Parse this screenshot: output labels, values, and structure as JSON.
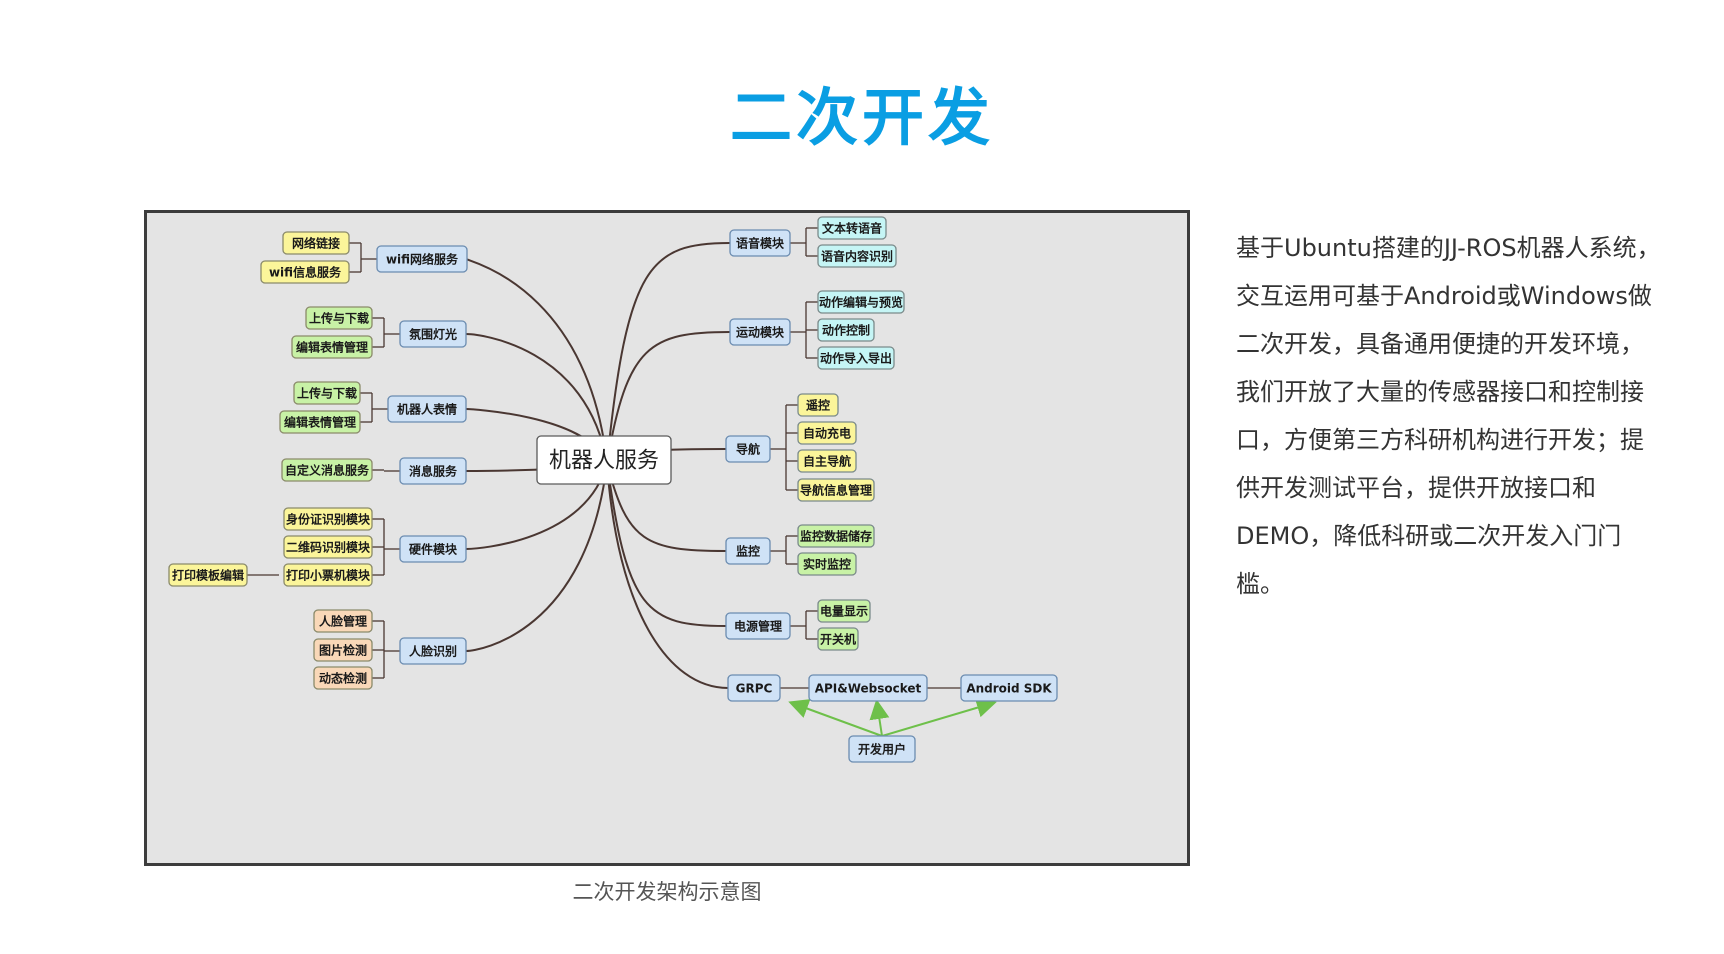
{
  "page": {
    "title": "二次开发"
  },
  "diagram": {
    "caption": "二次开发架构示意图",
    "center": "机器人服务",
    "left_branches": [
      {
        "label": "wifi网络服务",
        "leaves": [
          "网络链接",
          "wifi信息服务"
        ]
      },
      {
        "label": "氛围灯光",
        "leaves": [
          "上传与下载",
          "编辑表情管理"
        ]
      },
      {
        "label": "机器人表情",
        "leaves": [
          "上传与下载",
          "编辑表情管理"
        ]
      },
      {
        "label": "消息服务",
        "leaves": [
          "自定义消息服务"
        ]
      },
      {
        "label": "硬件模块",
        "leaves": [
          "身份证识别模块",
          "二维码识别模块",
          "打印小票机模块"
        ],
        "sub_leaf": "打印模板编辑"
      },
      {
        "label": "人脸识别",
        "leaves": [
          "人脸管理",
          "图片检测",
          "动态检测"
        ]
      }
    ],
    "right_branches": [
      {
        "label": "语音模块",
        "leaves": [
          "文本转语音",
          "语音内容识别"
        ]
      },
      {
        "label": "运动模块",
        "leaves": [
          "动作编辑与预览",
          "动作控制",
          "动作导入导出"
        ]
      },
      {
        "label": "导航",
        "leaves": [
          "遥控",
          "自动充电",
          "自主导航",
          "导航信息管理"
        ]
      },
      {
        "label": "监控",
        "leaves": [
          "监控数据储存",
          "实时监控"
        ]
      },
      {
        "label": "电源管理",
        "leaves": [
          "电量显示",
          "开关机"
        ]
      }
    ],
    "api_chain": [
      "GRPC",
      "API&Websocket",
      "Android SDK"
    ],
    "developer": "开发用户",
    "colors": {
      "frame_bg": "#e4e4e4",
      "branch_fill": "#cfe2f6",
      "branch_stroke": "#6b8cb0",
      "yellow_fill": "#fbf59a",
      "green_fill": "#c8f2a6",
      "orange_fill": "#f9d8b8",
      "cyan_fill": "#c5f5f5",
      "title": "#0a9ee3",
      "line": "#4a3732",
      "arrow": "#6ec04a"
    }
  },
  "description": "基于Ubuntu搭建的JJ-ROS机器人系统，交互运用可基于Android或Windows做二次开发，具备通用便捷的开发环境，我们开放了大量的传感器接口和控制接口，方便第三方科研机构进行开发；提供开发测试平台，提供开放接口和DEMO，降低科研或二次开发入门门槛。"
}
